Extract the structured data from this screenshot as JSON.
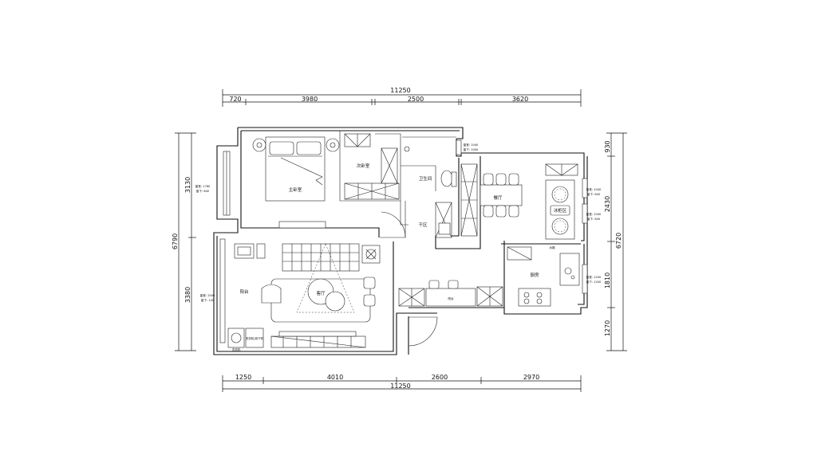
{
  "dimensions": {
    "top_total": "11250",
    "top_segments": [
      "720",
      "3980",
      "2500",
      "3620"
    ],
    "bottom_segments": [
      "1250",
      "4010",
      "2600",
      "2970"
    ],
    "bottom_total": "11250",
    "left_total": "6790",
    "left_segments": [
      "3130",
      "3380"
    ],
    "right_segments": [
      "930",
      "2430",
      "1810",
      "1270"
    ],
    "right_total": "6720"
  },
  "rooms": {
    "master_bedroom": "主卧室",
    "second_bedroom": "次卧室",
    "bathroom": "卫生间",
    "dry_zone": "干区",
    "living_room": "客厅",
    "balcony": "阳台",
    "dining_room": "餐厅",
    "kitchen": "厨房",
    "cabinet_zone": "冰柜区"
  },
  "notes": {
    "win_bedroom_w": "窗宽: 1780",
    "win_bedroom_h": "窗下: 840",
    "win_bath_w": "窗宽: 1040",
    "win_bath_h": "窗下: 1000",
    "win_dining1_w": "窗宽: 1040",
    "win_dining1_h": "窗下: 840",
    "win_dining2_w": "窗宽: 1040",
    "win_dining2_h": "窗下: 840",
    "win_kitchen_w": "窗宽: 1200",
    "win_kitchen_h": "窗下: 1200",
    "win_balcony_w": "窗宽: 2000",
    "win_balcony_h": "窗下: 130",
    "washer": "洗衣机",
    "laundry": "洗衣机/烘干机",
    "bar": "吧台",
    "fridge": "冰箱"
  }
}
